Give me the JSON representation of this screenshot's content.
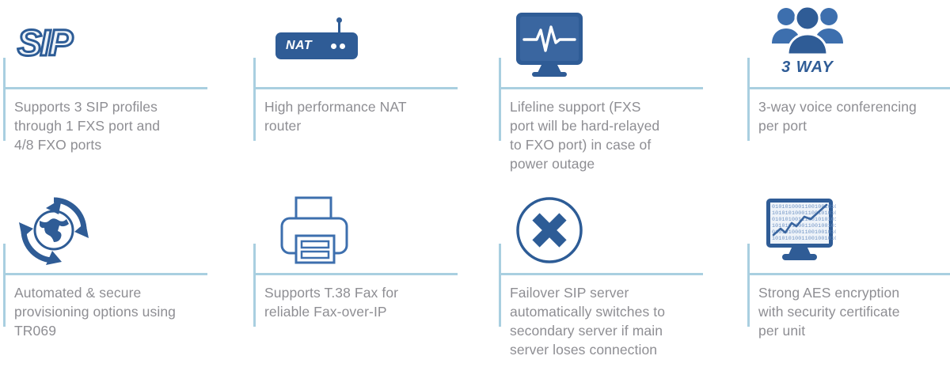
{
  "theme": {
    "rule_color": "#a9cfe0",
    "text_color": "#8e8e93",
    "icon_blue": "#2f5c96",
    "icon_blue_light": "#3d6fae",
    "background": "#ffffff"
  },
  "features": [
    {
      "id": "sip-profiles",
      "icon": "sip-logo-icon",
      "icon_text": "SIP",
      "caption": "Supports 3 SIP profiles\nthrough 1 FXS port and\n4/8 FXO ports"
    },
    {
      "id": "nat-router",
      "icon": "nat-router-icon",
      "icon_text": "NAT",
      "caption": "High performance NAT\nrouter"
    },
    {
      "id": "lifeline-support",
      "icon": "monitor-pulse-icon",
      "icon_text": "",
      "caption": "Lifeline support (FXS\nport will be hard-relayed\nto FXO port) in case of\npower outage"
    },
    {
      "id": "three-way-conferencing",
      "icon": "three-people-icon",
      "icon_text": "3 WAY",
      "caption": "3-way voice conferencing\nper port"
    },
    {
      "id": "auto-provisioning",
      "icon": "globe-refresh-icon",
      "icon_text": "",
      "caption": "Automated & secure\nprovisioning options using\nTR069"
    },
    {
      "id": "t38-fax",
      "icon": "printer-fax-icon",
      "icon_text": "",
      "caption": "Supports T.38 Fax for\nreliable Fax-over-IP"
    },
    {
      "id": "failover-sip-server",
      "icon": "circle-x-icon",
      "icon_text": "",
      "caption": "Failover SIP server\nautomatically switches to\nsecondary server if main\nserver loses connection"
    },
    {
      "id": "aes-encryption",
      "icon": "monitor-binary-chart-icon",
      "icon_text": "",
      "caption": "Strong AES encryption\nwith security certificate\nper unit"
    }
  ]
}
